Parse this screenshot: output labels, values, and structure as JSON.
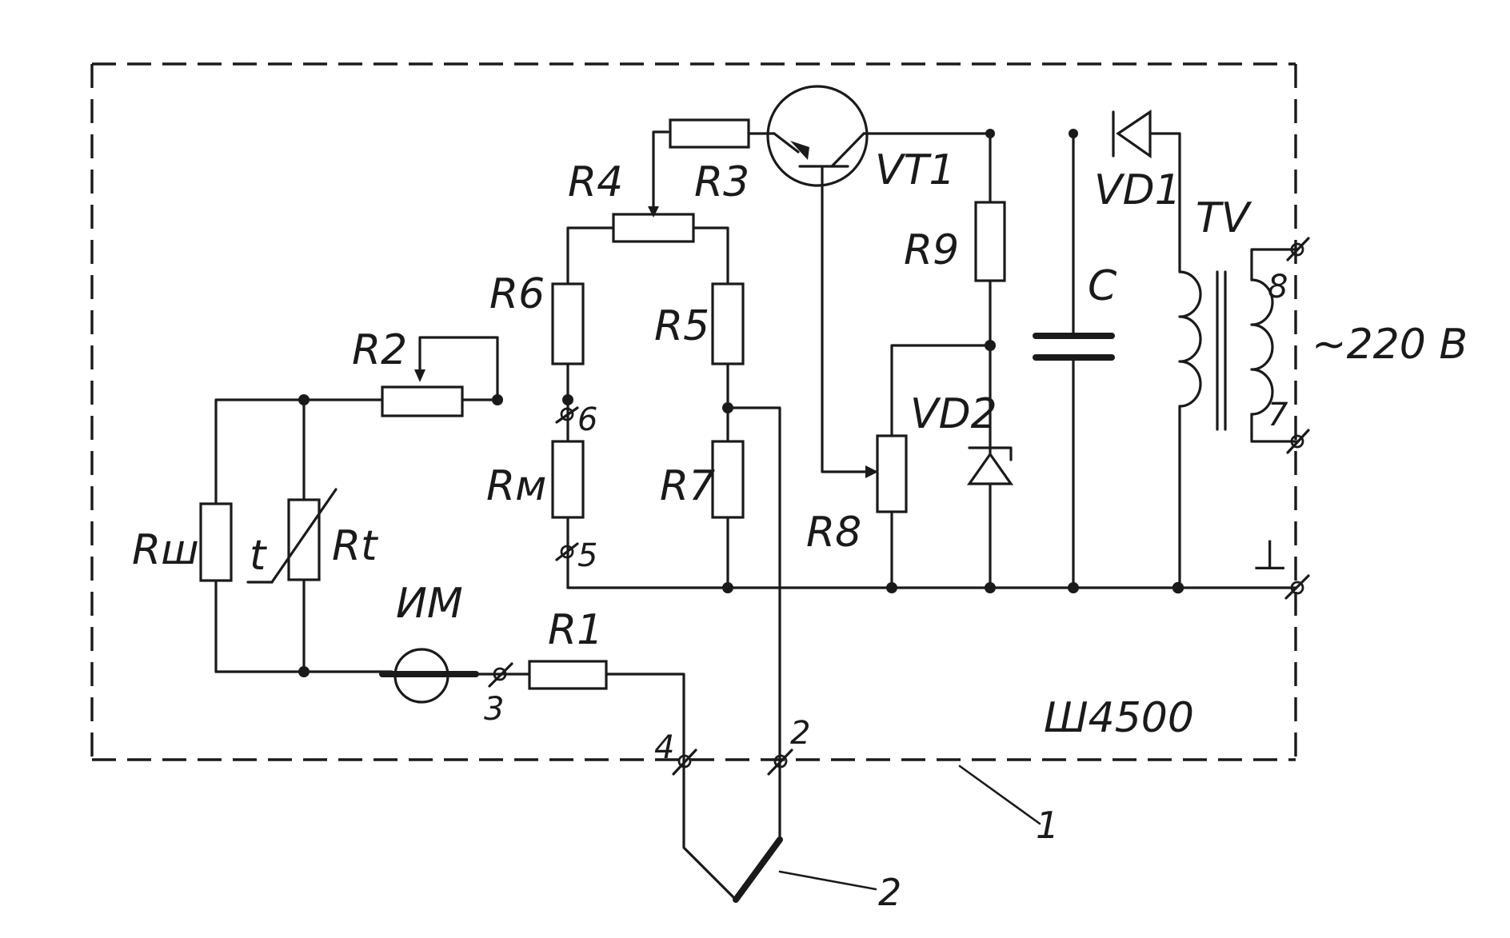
{
  "labels": {
    "r1": "R1",
    "r2": "R2",
    "r3": "R3",
    "r4": "R4",
    "r5": "R5",
    "r6": "R6",
    "r7": "R7",
    "r8": "R8",
    "r9": "R9",
    "rsh": "Rш",
    "rt": "Rt",
    "rt_t": "t",
    "rm": "Rм",
    "im": "ИМ",
    "vt1": "VT1",
    "vd1": "VD1",
    "vd2": "VD2",
    "c": "C",
    "tv": "TV",
    "supply": "~220 В",
    "ground": "⊥",
    "device": "Ш4500"
  },
  "terminals": {
    "t2": "2",
    "t3": "3",
    "t4": "4",
    "t5": "5",
    "t6": "6",
    "t7": "7",
    "t8": "8"
  },
  "callouts": {
    "c1": "1",
    "c2": "2"
  }
}
